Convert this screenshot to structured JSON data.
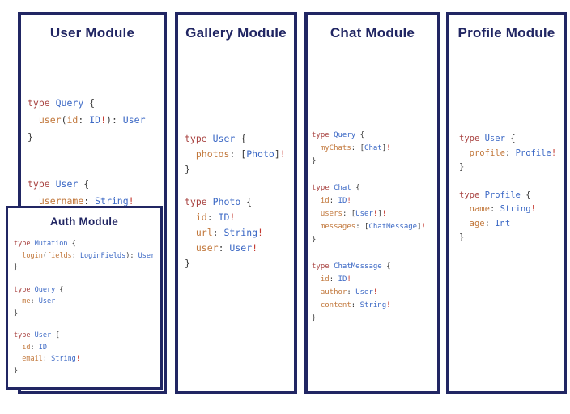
{
  "colors": {
    "panel_border": "#212663",
    "title_text": "#212663",
    "syntax_keyword": "#a94442",
    "syntax_type": "#3b68c5",
    "syntax_field": "#c2783c",
    "syntax_punctuation": "#3a3a3a",
    "syntax_exclamation": "#c4392f"
  },
  "panels": [
    {
      "id": "user",
      "title": "User Module",
      "blocks": [
        [
          [
            {
              "t": "type ",
              "c": "kw"
            },
            {
              "t": "Query",
              "c": "ty"
            },
            {
              "t": " {",
              "c": "pn"
            }
          ],
          [
            {
              "t": "  ",
              "c": "pn"
            },
            {
              "t": "user",
              "c": "fl"
            },
            {
              "t": "(",
              "c": "pn"
            },
            {
              "t": "id",
              "c": "fl"
            },
            {
              "t": ": ",
              "c": "pn"
            },
            {
              "t": "ID",
              "c": "ty"
            },
            {
              "t": "!",
              "c": "bg"
            },
            {
              "t": "): ",
              "c": "pn"
            },
            {
              "t": "User",
              "c": "ty"
            }
          ],
          [
            {
              "t": "}",
              "c": "pn"
            }
          ]
        ],
        [
          [
            {
              "t": "type ",
              "c": "kw"
            },
            {
              "t": "User",
              "c": "ty"
            },
            {
              "t": " {",
              "c": "pn"
            }
          ],
          [
            {
              "t": "  ",
              "c": "pn"
            },
            {
              "t": "username",
              "c": "fl"
            },
            {
              "t": ": ",
              "c": "pn"
            },
            {
              "t": "String",
              "c": "ty"
            },
            {
              "t": "!",
              "c": "bg"
            }
          ],
          [
            {
              "t": "}",
              "c": "pn"
            }
          ]
        ]
      ]
    },
    {
      "id": "auth",
      "title": "Auth Module",
      "blocks": [
        [
          [
            {
              "t": "type ",
              "c": "kw"
            },
            {
              "t": "Mutation",
              "c": "ty"
            },
            {
              "t": " {",
              "c": "pn"
            }
          ],
          [
            {
              "t": "  ",
              "c": "pn"
            },
            {
              "t": "login",
              "c": "fl"
            },
            {
              "t": "(",
              "c": "pn"
            },
            {
              "t": "fields",
              "c": "fl"
            },
            {
              "t": ": ",
              "c": "pn"
            },
            {
              "t": "LoginFields",
              "c": "ty"
            },
            {
              "t": "): ",
              "c": "pn"
            },
            {
              "t": "User",
              "c": "ty"
            }
          ],
          [
            {
              "t": "}",
              "c": "pn"
            }
          ]
        ],
        [
          [
            {
              "t": "type ",
              "c": "kw"
            },
            {
              "t": "Query",
              "c": "ty"
            },
            {
              "t": " {",
              "c": "pn"
            }
          ],
          [
            {
              "t": "  ",
              "c": "pn"
            },
            {
              "t": "me",
              "c": "fl"
            },
            {
              "t": ": ",
              "c": "pn"
            },
            {
              "t": "User",
              "c": "ty"
            }
          ],
          [
            {
              "t": "}",
              "c": "pn"
            }
          ]
        ],
        [
          [
            {
              "t": "type ",
              "c": "kw"
            },
            {
              "t": "User",
              "c": "ty"
            },
            {
              "t": " {",
              "c": "pn"
            }
          ],
          [
            {
              "t": "  ",
              "c": "pn"
            },
            {
              "t": "id",
              "c": "fl"
            },
            {
              "t": ": ",
              "c": "pn"
            },
            {
              "t": "ID",
              "c": "ty"
            },
            {
              "t": "!",
              "c": "bg"
            }
          ],
          [
            {
              "t": "  ",
              "c": "pn"
            },
            {
              "t": "email",
              "c": "fl"
            },
            {
              "t": ": ",
              "c": "pn"
            },
            {
              "t": "String",
              "c": "ty"
            },
            {
              "t": "!",
              "c": "bg"
            }
          ],
          [
            {
              "t": "}",
              "c": "pn"
            }
          ]
        ]
      ]
    },
    {
      "id": "gallery",
      "title": "Gallery Module",
      "blocks": [
        [
          [
            {
              "t": "type ",
              "c": "kw"
            },
            {
              "t": "User",
              "c": "ty"
            },
            {
              "t": " {",
              "c": "pn"
            }
          ],
          [
            {
              "t": "  ",
              "c": "pn"
            },
            {
              "t": "photos",
              "c": "fl"
            },
            {
              "t": ": [",
              "c": "pn"
            },
            {
              "t": "Photo",
              "c": "ty"
            },
            {
              "t": "]",
              "c": "pn"
            },
            {
              "t": "!",
              "c": "bg"
            }
          ],
          [
            {
              "t": "}",
              "c": "pn"
            }
          ]
        ],
        [
          [
            {
              "t": "type ",
              "c": "kw"
            },
            {
              "t": "Photo",
              "c": "ty"
            },
            {
              "t": " {",
              "c": "pn"
            }
          ],
          [
            {
              "t": "  ",
              "c": "pn"
            },
            {
              "t": "id",
              "c": "fl"
            },
            {
              "t": ": ",
              "c": "pn"
            },
            {
              "t": "ID",
              "c": "ty"
            },
            {
              "t": "!",
              "c": "bg"
            }
          ],
          [
            {
              "t": "  ",
              "c": "pn"
            },
            {
              "t": "url",
              "c": "fl"
            },
            {
              "t": ": ",
              "c": "pn"
            },
            {
              "t": "String",
              "c": "ty"
            },
            {
              "t": "!",
              "c": "bg"
            }
          ],
          [
            {
              "t": "  ",
              "c": "pn"
            },
            {
              "t": "user",
              "c": "fl"
            },
            {
              "t": ": ",
              "c": "pn"
            },
            {
              "t": "User",
              "c": "ty"
            },
            {
              "t": "!",
              "c": "bg"
            }
          ],
          [
            {
              "t": "}",
              "c": "pn"
            }
          ]
        ]
      ]
    },
    {
      "id": "chat",
      "title": "Chat Module",
      "blocks": [
        [
          [
            {
              "t": "type ",
              "c": "kw"
            },
            {
              "t": "Query",
              "c": "ty"
            },
            {
              "t": " {",
              "c": "pn"
            }
          ],
          [
            {
              "t": "  ",
              "c": "pn"
            },
            {
              "t": "myChats",
              "c": "fl"
            },
            {
              "t": ": [",
              "c": "pn"
            },
            {
              "t": "Chat",
              "c": "ty"
            },
            {
              "t": "]",
              "c": "pn"
            },
            {
              "t": "!",
              "c": "bg"
            }
          ],
          [
            {
              "t": "}",
              "c": "pn"
            }
          ]
        ],
        [
          [
            {
              "t": "type ",
              "c": "kw"
            },
            {
              "t": "Chat",
              "c": "ty"
            },
            {
              "t": " {",
              "c": "pn"
            }
          ],
          [
            {
              "t": "  ",
              "c": "pn"
            },
            {
              "t": "id",
              "c": "fl"
            },
            {
              "t": ": ",
              "c": "pn"
            },
            {
              "t": "ID",
              "c": "ty"
            },
            {
              "t": "!",
              "c": "bg"
            }
          ],
          [
            {
              "t": "  ",
              "c": "pn"
            },
            {
              "t": "users",
              "c": "fl"
            },
            {
              "t": ": [",
              "c": "pn"
            },
            {
              "t": "User",
              "c": "ty"
            },
            {
              "t": "!",
              "c": "bg"
            },
            {
              "t": "]",
              "c": "pn"
            },
            {
              "t": "!",
              "c": "bg"
            }
          ],
          [
            {
              "t": "  ",
              "c": "pn"
            },
            {
              "t": "messages",
              "c": "fl"
            },
            {
              "t": ": [",
              "c": "pn"
            },
            {
              "t": "ChatMessage",
              "c": "ty"
            },
            {
              "t": "]",
              "c": "pn"
            },
            {
              "t": "!",
              "c": "bg"
            }
          ],
          [
            {
              "t": "}",
              "c": "pn"
            }
          ]
        ],
        [
          [
            {
              "t": "type ",
              "c": "kw"
            },
            {
              "t": "ChatMessage",
              "c": "ty"
            },
            {
              "t": " {",
              "c": "pn"
            }
          ],
          [
            {
              "t": "  ",
              "c": "pn"
            },
            {
              "t": "id",
              "c": "fl"
            },
            {
              "t": ": ",
              "c": "pn"
            },
            {
              "t": "ID",
              "c": "ty"
            },
            {
              "t": "!",
              "c": "bg"
            }
          ],
          [
            {
              "t": "  ",
              "c": "pn"
            },
            {
              "t": "author",
              "c": "fl"
            },
            {
              "t": ": ",
              "c": "pn"
            },
            {
              "t": "User",
              "c": "ty"
            },
            {
              "t": "!",
              "c": "bg"
            }
          ],
          [
            {
              "t": "  ",
              "c": "pn"
            },
            {
              "t": "content",
              "c": "fl"
            },
            {
              "t": ": ",
              "c": "pn"
            },
            {
              "t": "String",
              "c": "ty"
            },
            {
              "t": "!",
              "c": "bg"
            }
          ],
          [
            {
              "t": "}",
              "c": "pn"
            }
          ]
        ]
      ]
    },
    {
      "id": "profile",
      "title": "Profile Module",
      "blocks": [
        [
          [
            {
              "t": "type ",
              "c": "kw"
            },
            {
              "t": "User",
              "c": "ty"
            },
            {
              "t": " {",
              "c": "pn"
            }
          ],
          [
            {
              "t": "  ",
              "c": "pn"
            },
            {
              "t": "profile",
              "c": "fl"
            },
            {
              "t": ": ",
              "c": "pn"
            },
            {
              "t": "Profile",
              "c": "ty"
            },
            {
              "t": "!",
              "c": "bg"
            }
          ],
          [
            {
              "t": "}",
              "c": "pn"
            }
          ]
        ],
        [
          [
            {
              "t": "type ",
              "c": "kw"
            },
            {
              "t": "Profile",
              "c": "ty"
            },
            {
              "t": " {",
              "c": "pn"
            }
          ],
          [
            {
              "t": "  ",
              "c": "pn"
            },
            {
              "t": "name",
              "c": "fl"
            },
            {
              "t": ": ",
              "c": "pn"
            },
            {
              "t": "String",
              "c": "ty"
            },
            {
              "t": "!",
              "c": "bg"
            }
          ],
          [
            {
              "t": "  ",
              "c": "pn"
            },
            {
              "t": "age",
              "c": "fl"
            },
            {
              "t": ": ",
              "c": "pn"
            },
            {
              "t": "Int",
              "c": "ty"
            }
          ],
          [
            {
              "t": "}",
              "c": "pn"
            }
          ]
        ]
      ]
    }
  ]
}
